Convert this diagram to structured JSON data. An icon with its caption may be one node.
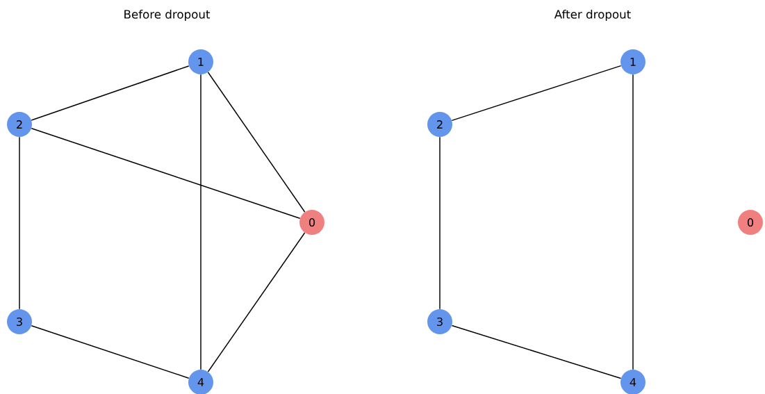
{
  "diagram": {
    "nodes": [
      {
        "text": [
          "0"
        ]
      },
      {
        "text": [
          "1"
        ]
      },
      {
        "text": [
          "2"
        ]
      },
      {
        "text": [
          "3"
        ]
      },
      {
        "text": [
          "4"
        ]
      },
      {
        "text": [
          "0"
        ]
      },
      {
        "text": [
          "1"
        ]
      },
      {
        "text": [
          "2"
        ]
      },
      {
        "text": [
          "3"
        ]
      },
      {
        "text": [
          "4"
        ]
      }
    ],
    "edges": [
      {
        "from": 2,
        "to": 1,
        "arrow": "none"
      },
      {
        "from": 1,
        "to": 0,
        "arrow": "none"
      },
      {
        "from": 1,
        "to": 4,
        "arrow": "none"
      },
      {
        "from": 2,
        "to": 0,
        "arrow": "none"
      },
      {
        "from": 2,
        "to": 3,
        "arrow": "none"
      },
      {
        "from": 3,
        "to": 4,
        "arrow": "none"
      },
      {
        "from": 0,
        "to": 4,
        "arrow": "none"
      },
      {
        "from": 7,
        "to": 6,
        "arrow": "none"
      },
      {
        "from": 6,
        "to": 9,
        "arrow": "none"
      },
      {
        "from": 7,
        "to": 8,
        "arrow": "none"
      },
      {
        "from": 8,
        "to": 9,
        "arrow": "none"
      }
    ],
    "labels": [
      "Before dropout",
      "After dropout"
    ]
  }
}
